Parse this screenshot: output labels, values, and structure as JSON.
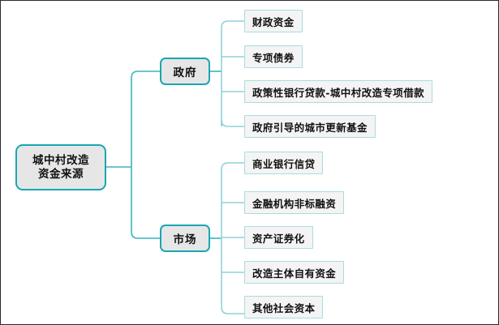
{
  "diagram": {
    "type": "mind-map",
    "title": "城中村改造资金来源",
    "orientation": "left-to-right",
    "colors": {
      "branch_border": "#1aa6b3",
      "branch_fill": "#e6e6e6",
      "leaf_border": "#a9dce0",
      "leaf_fill": "#f4f4f4",
      "connector": "#3bb3bd",
      "leaf_connector": "#8fd3d8",
      "text": "#111111",
      "page_border": "#2b2b2b",
      "background": "#ffffff"
    }
  },
  "root": {
    "line1": "城中村改造",
    "line2": "资金来源"
  },
  "branches": [
    {
      "id": "government",
      "label": "政府",
      "children": [
        {
          "label": "财政资金"
        },
        {
          "label": "专项债券"
        },
        {
          "label": "政策性银行贷款-城中村改造专项借款"
        },
        {
          "label": "政府引导的城市更新基金"
        }
      ]
    },
    {
      "id": "market",
      "label": "市场",
      "children": [
        {
          "label": "商业银行信贷"
        },
        {
          "label": "金融机构非标融资"
        },
        {
          "label": "资产证券化"
        },
        {
          "label": "改造主体自有资金"
        },
        {
          "label": "其他社会资本"
        }
      ]
    }
  ]
}
